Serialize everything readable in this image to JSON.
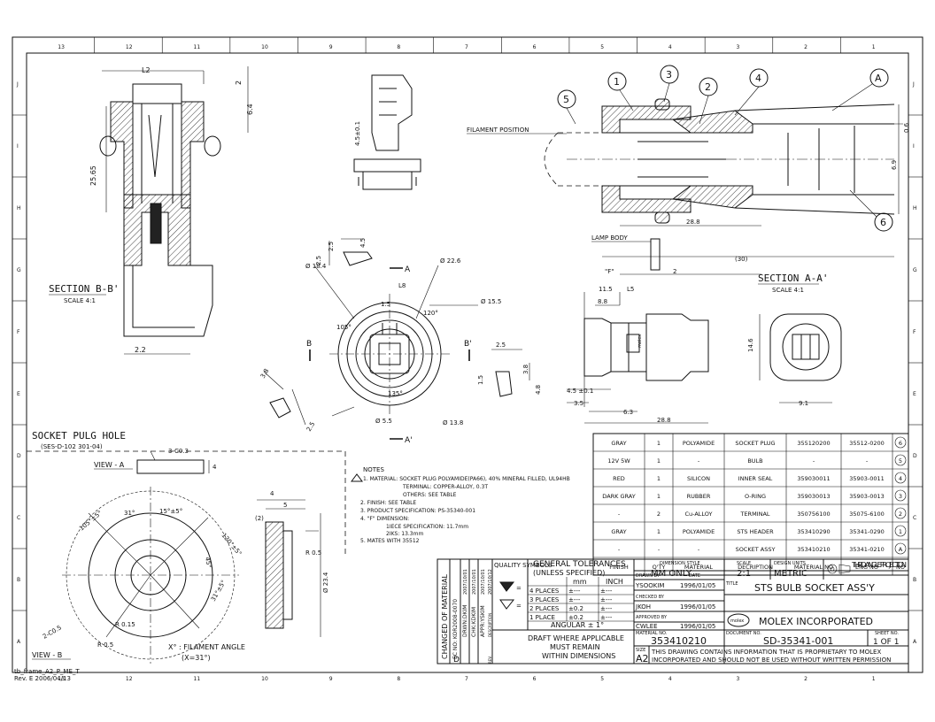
{
  "border": {
    "columns": [
      "13",
      "12",
      "11",
      "10",
      "9",
      "8",
      "7",
      "6",
      "5",
      "4",
      "3",
      "2",
      "1"
    ],
    "rows": [
      "J",
      "I",
      "H",
      "G",
      "F",
      "E",
      "D",
      "C",
      "B",
      "A"
    ]
  },
  "views": {
    "section_bb": {
      "title": "SECTION  B-B'",
      "scale": "SCALE 4:1",
      "dims": [
        "L2",
        "2",
        "6.4",
        "25.65",
        "2.2"
      ]
    },
    "top_view": {
      "dims": [
        "4.5±0.1"
      ]
    },
    "front_view": {
      "dims": [
        "Ø 18.4",
        "Ø 22.6",
        "Ø 15.5",
        "Ø 5.5",
        "Ø 13.8",
        "135°",
        "120°",
        "105°",
        "L8",
        "1.5",
        "2.5",
        "4.5",
        "2.5",
        "3.8",
        "2.5",
        "3.8",
        "1.5",
        "2.5",
        "4.8"
      ],
      "section_marks": [
        "A",
        "A'",
        "B",
        "B'"
      ]
    },
    "section_aa": {
      "title": "SECTION  A-A'",
      "scale": "SCALE 4:1",
      "balloons": [
        "1",
        "3",
        "2",
        "4",
        "A",
        "5",
        "6"
      ],
      "labels": [
        "FILAMENT POSITION",
        "LAMP BODY"
      ],
      "dims": [
        "0.6",
        "6.9",
        "28.8",
        "(30)",
        "\"F\"",
        "2"
      ]
    },
    "side_view": {
      "dims": [
        "11.5",
        "L5",
        "8.8",
        "4.5 ±0.1",
        "3.5",
        "6.3",
        "28.8",
        "14.6",
        "9.1"
      ],
      "marking": "molex"
    },
    "hole": {
      "title": "SOCKET PULG HOLE",
      "spec": "(SES-D-102  301-04)",
      "view_a": "VIEW - A",
      "view_b": "VIEW - B",
      "dims": [
        "3-C0.3",
        "4",
        "(2)",
        "5",
        "4",
        "R 0.5",
        "Ø 23.4",
        "R 0.15",
        "R 0.5",
        "R 0.5",
        "2-C0.5"
      ],
      "angles": [
        "105°±5°",
        "31°",
        "15°±5°",
        "120°±5°",
        "45°",
        "31°±5°"
      ],
      "note": "X° : FILAMENT ANGLE",
      "note2": "(X=31°)"
    }
  },
  "notes": {
    "title": "NOTES",
    "lines": [
      "1. MATERIAL: SOCKET PLUG POLYAMIDE(PA66), 40% MINERAL FILLED, UL94HB",
      "TERMINAL: COPPER-ALLOY, 0.3T",
      "OTHERS: SEE TABLE",
      "2. FINISH: SEE TABLE",
      "3. PRODUCT SPECIFICATION: PS-35340-001",
      "4. \"F\" DIMENSION:",
      "1IECE SPECIFICATION: 11.7mm",
      "2IKS: 13.3mm",
      "5. MATES WITH 35512"
    ]
  },
  "bom": {
    "header": [
      "FINISH",
      "Q'TY",
      "MATERIAL",
      "DECRIPTION",
      "MATERIAL NO",
      "ENG NO",
      "NO"
    ],
    "rows": [
      [
        "GRAY",
        "1",
        "POLYAMIDE",
        "SOCKET PLUG",
        "355120200",
        "35512-0200",
        "6"
      ],
      [
        "12V 5W",
        "1",
        "-",
        "BULB",
        "-",
        "-",
        "5"
      ],
      [
        "RED",
        "1",
        "SILICON",
        "INNER SEAL",
        "359030011",
        "35903-0011",
        "4"
      ],
      [
        "DARK GRAY",
        "1",
        "RUBBER",
        "O-RING",
        "359030013",
        "35903-0013",
        "3"
      ],
      [
        "-",
        "2",
        "Cu-ALLOY",
        "TERMINAL",
        "350756100",
        "35075-6100",
        "2"
      ],
      [
        "GRAY",
        "1",
        "POLYAMIDE",
        "STS HEADER",
        "353410290",
        "35341-0290",
        "1"
      ],
      [
        "-",
        "-",
        "-",
        "SOCKET ASSY",
        "353410210",
        "35341-0210",
        "A"
      ]
    ]
  },
  "revision": {
    "heading": "CHANGED OF MATERIAL",
    "ecn": "EC NO: KOR2008-0070",
    "drwn": "DRWN:DKIM",
    "chk": "CHK:KDKIM",
    "appr": "APPR:YSKIM",
    "dates": [
      "2007/10/01",
      "2007/10/01",
      "2007/10/01",
      "2007/10/12"
    ],
    "rev": "D",
    "cols": [
      "DESCRIPTION",
      "REV."
    ]
  },
  "titleblock": {
    "quality": "QUALITY SYMBOLS",
    "tol_title": "GENERAL TOLERANCES",
    "tol_sub": "(UNLESS SPECIFIED)",
    "units": [
      "mm",
      "INCH"
    ],
    "tol_rows": [
      [
        "4 PLACES",
        "±---",
        "±---"
      ],
      [
        "3 PLACES",
        "±---",
        "±---"
      ],
      [
        "2 PLACES",
        "±0.2",
        "±---"
      ],
      [
        "1 PLACE",
        "±0.2",
        "±---"
      ]
    ],
    "angular": "ANGULAR ± 1°",
    "draft": [
      "DRAFT WHERE APPLICABLE",
      "MUST REMAIN",
      "WITHIN DIMENSIONS"
    ],
    "dim_style_label": "DIMENSION STYLE",
    "dim_style": "MM ONLY",
    "scale_label": "SCALE",
    "scale": "2:1",
    "units_label": "DESIGN UNITS",
    "units_val": "METRIC",
    "projection": "THIRD ANGLE PROJECTION",
    "drawn_label": "DRAWN BY",
    "drawn": "YSOOKIM",
    "date_label": "DATE",
    "date": "1996/01/05",
    "checked_label": "CHECKED BY",
    "checked": "JKOH",
    "approved_label": "APPROVED BY",
    "approved": "CWLEE",
    "title_label": "TITLE",
    "title": "STS BULB SOCKET ASS'Y",
    "company": "MOLEX INCORPORATED",
    "logo": "molex",
    "matno_label": "MATERIAL NO.",
    "matno": "353410210",
    "docno_label": "DOCUMENT NO.",
    "docno": "SD-35341-001",
    "sheet_label": "SHEET NO.",
    "sheet": "1 OF 1",
    "size_label": "SIZE",
    "size": "A2",
    "proprietary": [
      "THIS DRAWING CONTAINS INFORMATION THAT IS PROPRIETARY TO MOLEX",
      "INCORPORATED AND SHOULD NOT BE USED WITHOUT WRITTEN PERMISSION"
    ],
    "frame": "tb_frame_A2_P_ME_T",
    "frame_rev": "Rev. E 2006/04/13"
  },
  "colors": {
    "ink": "#111111",
    "paper": "#ffffff"
  }
}
